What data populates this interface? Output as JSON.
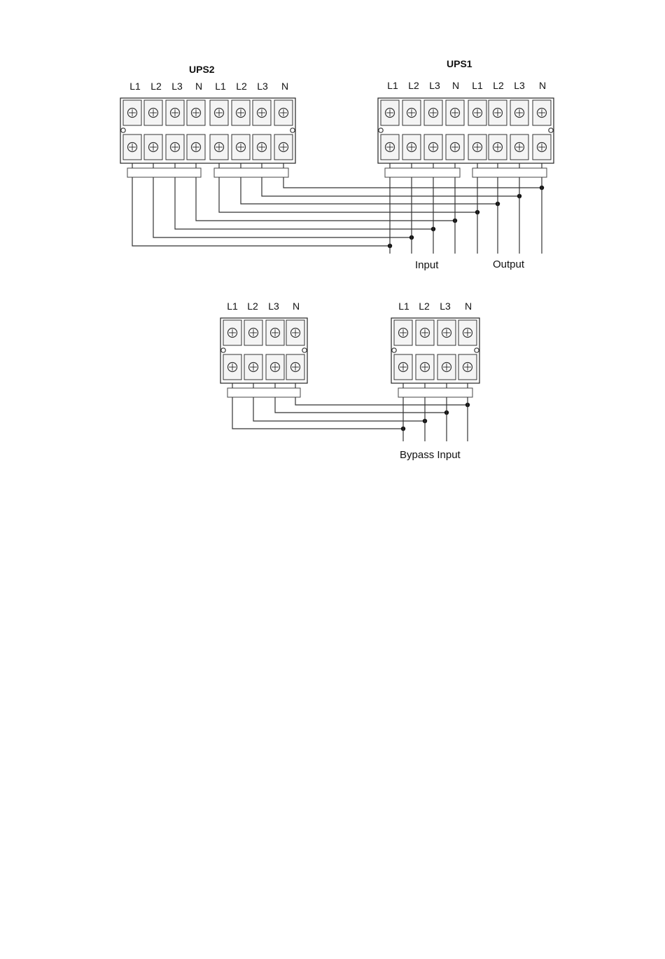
{
  "diagram": {
    "ups2_title": "UPS2",
    "ups1_title": "UPS1",
    "ups2_terminals": [
      "L1",
      "L2",
      "L3",
      "N",
      "L1",
      "L2",
      "L3",
      "N"
    ],
    "ups1_terminals": [
      "L1",
      "L2",
      "L3",
      "N",
      "L1",
      "L2",
      "L3",
      "N"
    ],
    "bypass_left_terminals": [
      "L1",
      "L2",
      "L3",
      "N"
    ],
    "bypass_right_terminals": [
      "L1",
      "L2",
      "L3",
      "N"
    ],
    "input_label": "Input",
    "output_label": "Output",
    "bypass_input_label": "Bypass Input"
  }
}
